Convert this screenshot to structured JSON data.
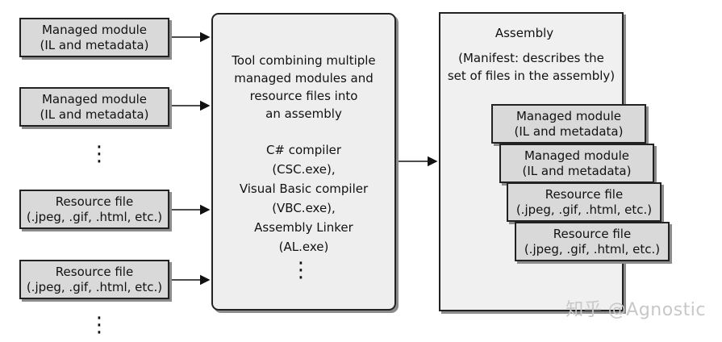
{
  "inputs": {
    "managed1": {
      "line1": "Managed module",
      "line2": "(IL and metadata)"
    },
    "managed2": {
      "line1": "Managed module",
      "line2": "(IL and metadata)"
    },
    "resource1": {
      "line1": "Resource file",
      "line2": "(.jpeg, .gif, .html, etc.)"
    },
    "resource2": {
      "line1": "Resource file",
      "line2": "(.jpeg, .gif, .html, etc.)"
    },
    "ellipsis": "⋮"
  },
  "tool": {
    "desc": [
      "Tool combining multiple",
      "managed modules and",
      "resource files into",
      "an assembly"
    ],
    "tools": [
      "C# compiler",
      "(CSC.exe),",
      "Visual Basic compiler",
      "(VBC.exe),",
      "Assembly Linker",
      "(AL.exe)"
    ],
    "ellipsis": "⋮"
  },
  "assembly": {
    "title": "Assembly",
    "manifest": [
      "(Manifest: describes the",
      "set of files in the assembly)"
    ],
    "files": [
      {
        "line1": "Managed module",
        "line2": "(IL and metadata)"
      },
      {
        "line1": "Managed module",
        "line2": "(IL and metadata)"
      },
      {
        "line1": "Resource file",
        "line2": "(.jpeg, .gif, .html, etc.)"
      },
      {
        "line1": "Resource file",
        "line2": "(.jpeg, .gif, .html, etc.)"
      }
    ]
  },
  "watermark": "知乎 @Agnostic",
  "colors": {
    "box_fill": "#d9d9d9",
    "tool_fill": "#eeeeee",
    "assembly_fill": "#f0f0f0",
    "shadow": "#8c8c8c"
  }
}
